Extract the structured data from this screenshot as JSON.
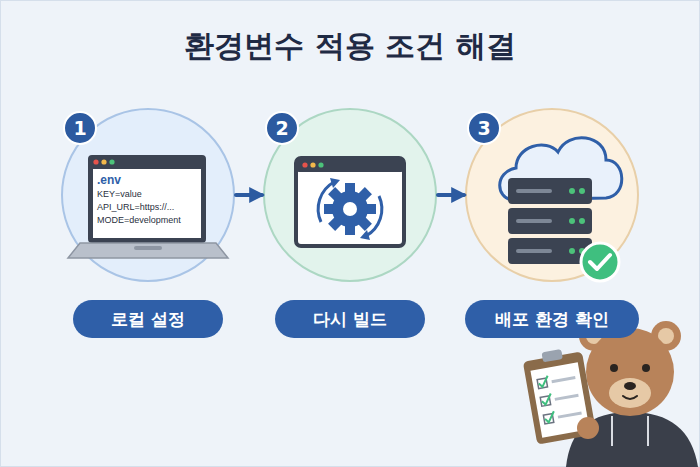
{
  "diagram": {
    "title": "환경변수 적용 조건 해결",
    "nodes": [
      {
        "text": [
          "1"
        ]
      },
      {
        "text": [
          ".env",
          "KEY=value",
          "API_URL=https://...",
          "MODE=development"
        ],
        "in": 0
      },
      {
        "text": [
          "2"
        ]
      },
      {
        "text": [
          "3"
        ]
      },
      {
        "text": [
          "로컬 설정"
        ]
      },
      {
        "text": [
          "다시 빌드"
        ]
      },
      {
        "text": [
          "배포 환경 확인"
        ]
      }
    ],
    "edges": [
      {
        "from": 0,
        "to": 2,
        "arrow": "to"
      },
      {
        "from": 2,
        "to": 3,
        "arrow": "to"
      }
    ]
  }
}
